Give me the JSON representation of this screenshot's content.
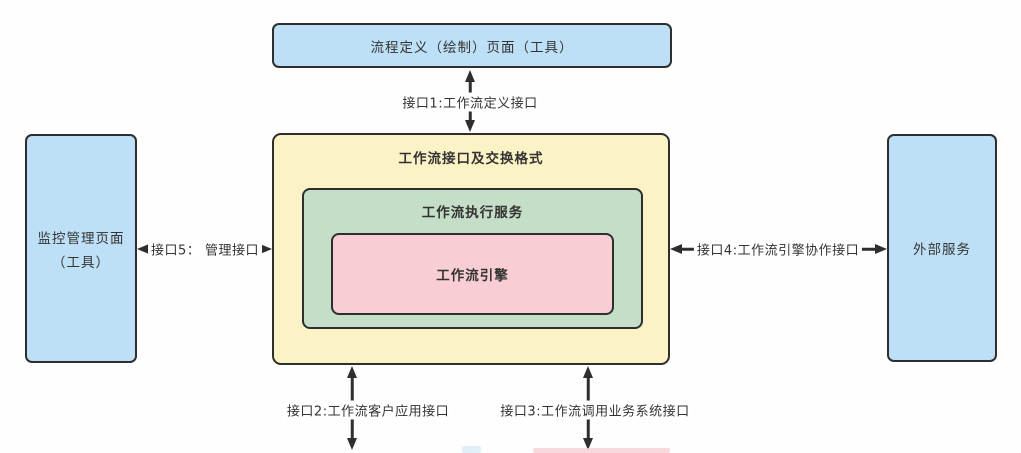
{
  "diagram": {
    "description": "workflow-reference-model"
  },
  "boxes": {
    "process_definition": {
      "label": "流程定义（绘制）页面（工具）"
    },
    "monitor": {
      "label_line1": "监控管理页面",
      "label_line2": "（工具）"
    },
    "workflow_interface": {
      "label": "工作流接口及交换格式"
    },
    "execution_service": {
      "label": "工作流执行服务"
    },
    "engine": {
      "label": "工作流引擎"
    },
    "external_service": {
      "label": "外部服务"
    }
  },
  "interfaces": {
    "i1": {
      "label": "接口1:工作流定义接口"
    },
    "i2": {
      "label": "接口2:工作流客户应用接口"
    },
    "i3": {
      "label": "接口3:工作流调用业务系统接口"
    },
    "i4": {
      "label": "接口4:工作流引擎协作接口"
    },
    "i5": {
      "label": "接口5： 管理接口"
    }
  },
  "colors": {
    "box_blue": "#bee0f6",
    "box_yellow": "#fbf3c5",
    "box_green": "#c4dec7",
    "box_pink": "#f9cdd4",
    "border": "#2e2e2e",
    "text": "#333333",
    "background": "#fefefe"
  }
}
